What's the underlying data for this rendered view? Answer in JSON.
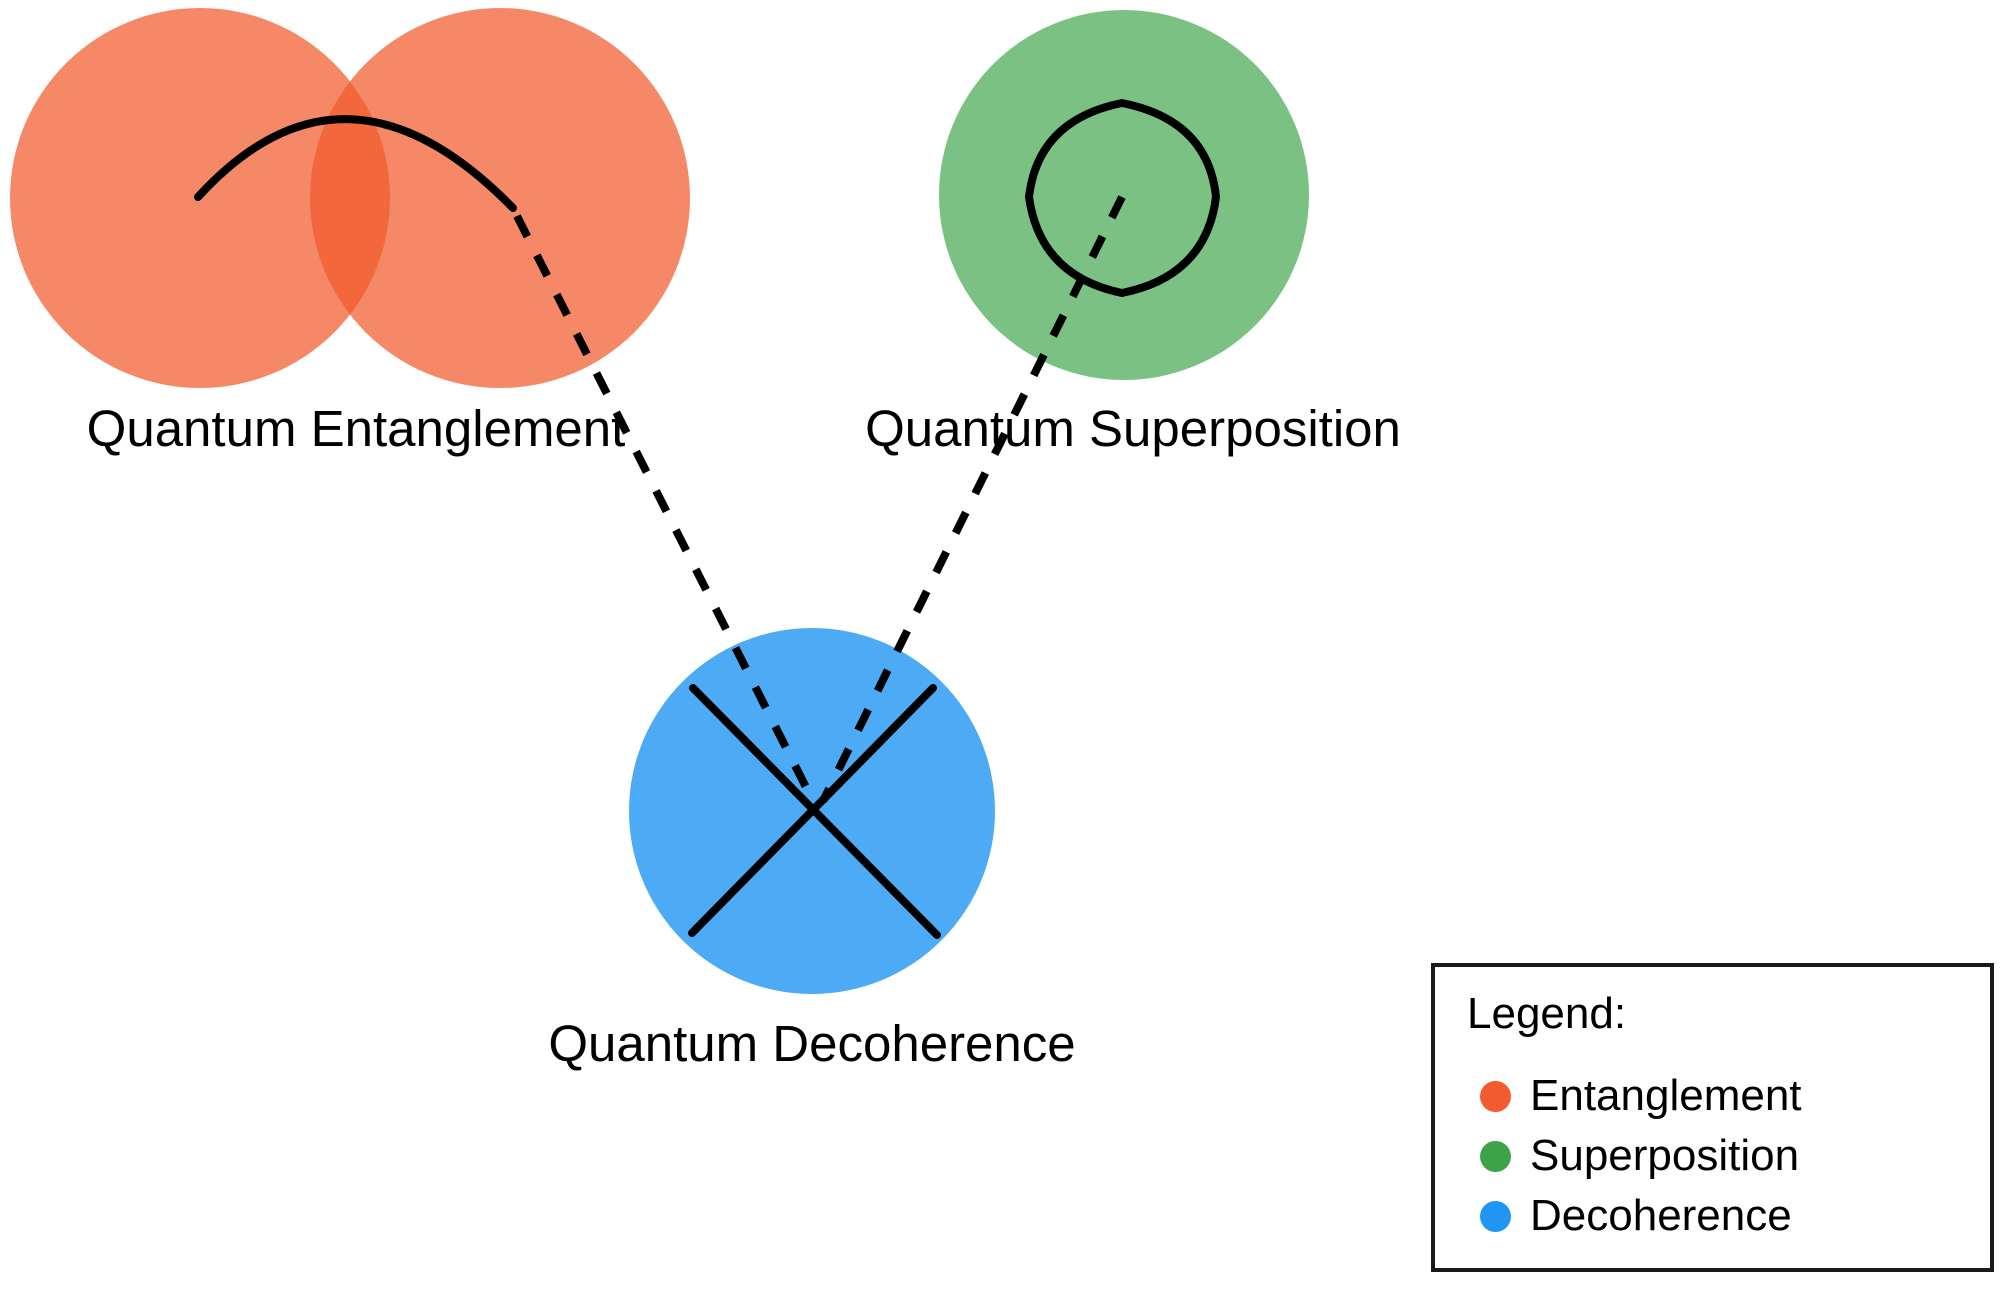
{
  "diagram": {
    "nodes": [
      {
        "id": "entanglement",
        "label": "Quantum Entanglement",
        "color": "#F15B2D",
        "glyph": "arc-over-two-overlapping-circles"
      },
      {
        "id": "superposition",
        "label": "Quantum Superposition",
        "color": "#3DA349",
        "glyph": "rounded-diamond-outline"
      },
      {
        "id": "decoherence",
        "label": "Quantum Decoherence",
        "color": "#2095F2",
        "glyph": "x-cross"
      }
    ],
    "edges": [
      {
        "from": "entanglement",
        "to": "decoherence",
        "style": "dashed"
      },
      {
        "from": "superposition",
        "to": "decoherence",
        "style": "dashed"
      }
    ]
  },
  "legend": {
    "title": "Legend:",
    "items": [
      {
        "label": "Entanglement",
        "color": "#F15B2D"
      },
      {
        "label": "Superposition",
        "color": "#3DA349"
      },
      {
        "label": "Decoherence",
        "color": "#2095F2"
      }
    ]
  },
  "colors": {
    "line": "#000000",
    "background": "#FFFFFF",
    "legend_border": "#1A1A1A"
  }
}
